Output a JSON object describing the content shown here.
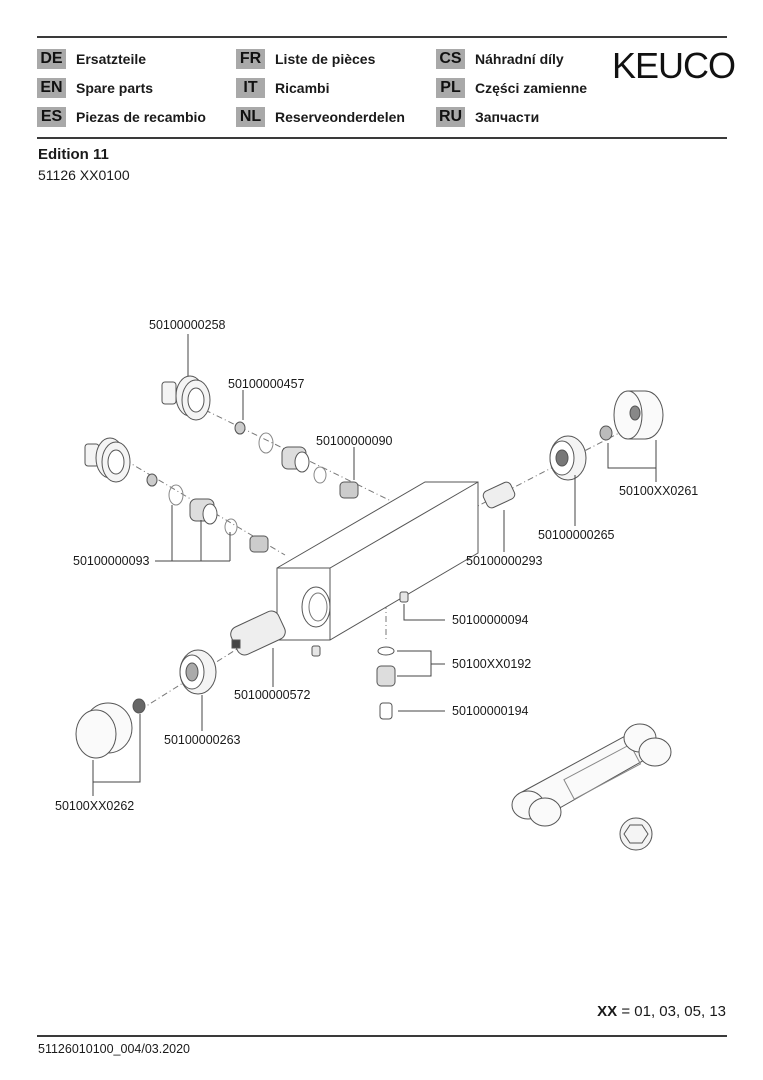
{
  "header": {
    "languages": [
      {
        "code": "DE",
        "label": "Ersatzteile"
      },
      {
        "code": "EN",
        "label": "Spare parts"
      },
      {
        "code": "ES",
        "label": "Piezas de recambio"
      },
      {
        "code": "FR",
        "label": "Liste de pièces"
      },
      {
        "code": "IT",
        "label": "Ricambi"
      },
      {
        "code": "NL",
        "label": "Reserveonderdelen"
      },
      {
        "code": "CS",
        "label": "Náhradní díly"
      },
      {
        "code": "PL",
        "label": "Części zamienne"
      },
      {
        "code": "RU",
        "label": "Запчасти"
      }
    ],
    "brand": "KEUCO",
    "code_badge_color": "#a9a9a9"
  },
  "document": {
    "edition": "Edition 11",
    "model": "51126 XX0100"
  },
  "parts": [
    {
      "id": "p258",
      "number": "50100000258"
    },
    {
      "id": "p457",
      "number": "50100000457"
    },
    {
      "id": "p090",
      "number": "50100000090"
    },
    {
      "id": "p093",
      "number": "50100000093"
    },
    {
      "id": "p265",
      "number": "50100000265"
    },
    {
      "id": "p261",
      "number": "50100XX0261"
    },
    {
      "id": "p293",
      "number": "50100000293"
    },
    {
      "id": "p094",
      "number": "50100000094"
    },
    {
      "id": "p192",
      "number": "50100XX0192"
    },
    {
      "id": "p194",
      "number": "50100000194"
    },
    {
      "id": "p572",
      "number": "50100000572"
    },
    {
      "id": "p263",
      "number": "50100000263"
    },
    {
      "id": "p262",
      "number": "50100XX0262"
    }
  ],
  "footer": {
    "xx_label": "XX",
    "xx_values": "= 01, 03, 05, 13",
    "doc_number": "51126010100_004/03.2020"
  }
}
